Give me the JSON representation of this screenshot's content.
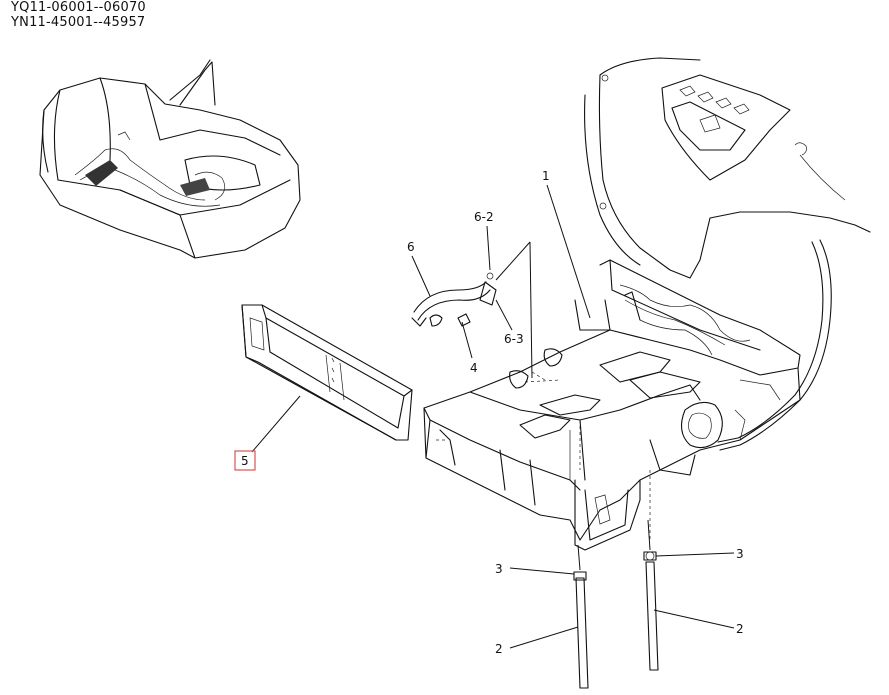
{
  "header": {
    "line1": "YQ11-06001--06070",
    "line2": "YN11-45001--45957"
  },
  "callouts": {
    "c1": "1",
    "c2_left": "2",
    "c2_right": "2",
    "c3_left": "3",
    "c3_right": "3",
    "c4": "4",
    "c5": "5",
    "c6": "6",
    "c6_2": "6-2",
    "c6_3": "6-3"
  },
  "highlight_color": "#d9534f"
}
